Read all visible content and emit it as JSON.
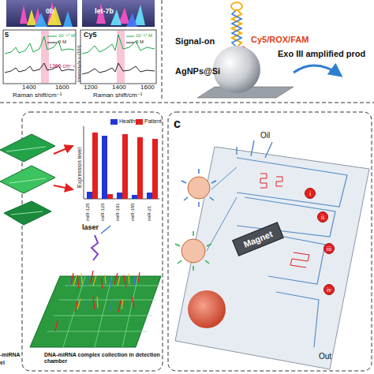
{
  "diagram": {
    "nodes": [
      {
        "text": [
          "Magnet"
        ]
      },
      {
        "text": [
          "i"
        ]
      },
      {
        "text": [
          "ii"
        ]
      },
      {
        "text": [
          "iii"
        ]
      },
      {
        "text": [
          "iv"
        ]
      }
    ],
    "labels": [
      "0b",
      "let-7b",
      "5",
      "Cy5",
      "10⁻¹⁴ M",
      "0 M",
      "10⁻¹⁴ M",
      "0 M",
      "1366 cm⁻¹",
      "1400",
      "1600",
      "Intensity/a.u.(10³)",
      "1200",
      "1400",
      "1600",
      "Raman shift/cm⁻¹",
      "Raman shift/cm⁻¹",
      "Signal-on",
      "Cy5/ROX/FAM",
      "AgNPs@Si",
      "Exo III amplified prod",
      "Expression level",
      "miR-125",
      "miR-126",
      "miR-191",
      "miR-155",
      "miR-21",
      "laser",
      "-miRNA",
      "el",
      "DNA-miRNA complex collection in detection chamber",
      "c",
      "Oil",
      "Out"
    ],
    "legend": [
      {
        "text": "Healthy",
        "color": "#2236d8"
      },
      {
        "text": "Patient",
        "color": "#e3201f"
      }
    ]
  }
}
